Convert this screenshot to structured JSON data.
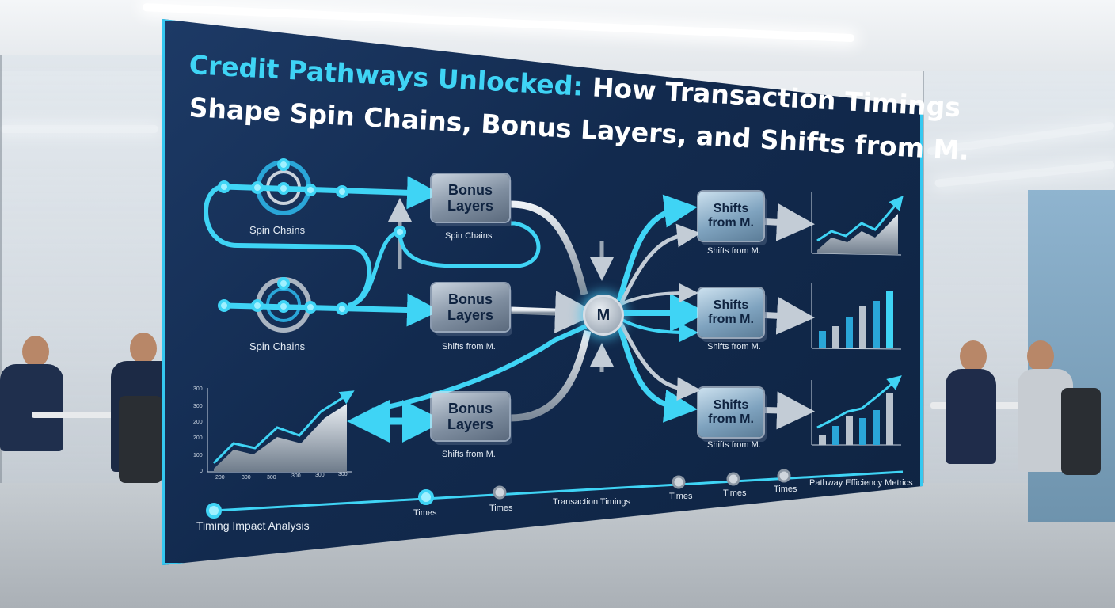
{
  "title": {
    "line1_accent": "Credit Pathways Unlocked:",
    "line1_rest": " How Transaction Timings",
    "line2": "Shape Spin Chains, Bonus Layers, and Shifts from M."
  },
  "hub_label": "M",
  "left_nodes": [
    {
      "label": "Spin Chains"
    },
    {
      "label": "Spin Chains"
    }
  ],
  "bonus_boxes": [
    {
      "text": "Bonus Layers",
      "caption": "Spin Chains"
    },
    {
      "text": "Bonus Layers",
      "caption": "Shifts from M."
    },
    {
      "text": "Bonus Layers",
      "caption": "Shifts from M."
    }
  ],
  "shift_boxes": [
    {
      "text": "Shifts from M.",
      "caption": "Shifts from M."
    },
    {
      "text": "Shifts from M.",
      "caption": "Shifts from M."
    },
    {
      "text": "Shifts from M.",
      "caption": "Shifts from M."
    }
  ],
  "left_chart": {
    "y_ticks": [
      "300",
      "300",
      "200",
      "200",
      "100",
      "0"
    ],
    "x_ticks": [
      "200",
      "300",
      "300",
      "300",
      "300",
      "300"
    ]
  },
  "timeline": {
    "labels": [
      "Timing Impact Analysis",
      "Times",
      "Times",
      "Transaction Timings",
      "Times",
      "Times",
      "Times",
      "Pathway Efficiency Metrics"
    ]
  },
  "colors": {
    "accent": "#3fd4f5",
    "panel": "#122a4e",
    "silver": "#b9c2cc"
  }
}
